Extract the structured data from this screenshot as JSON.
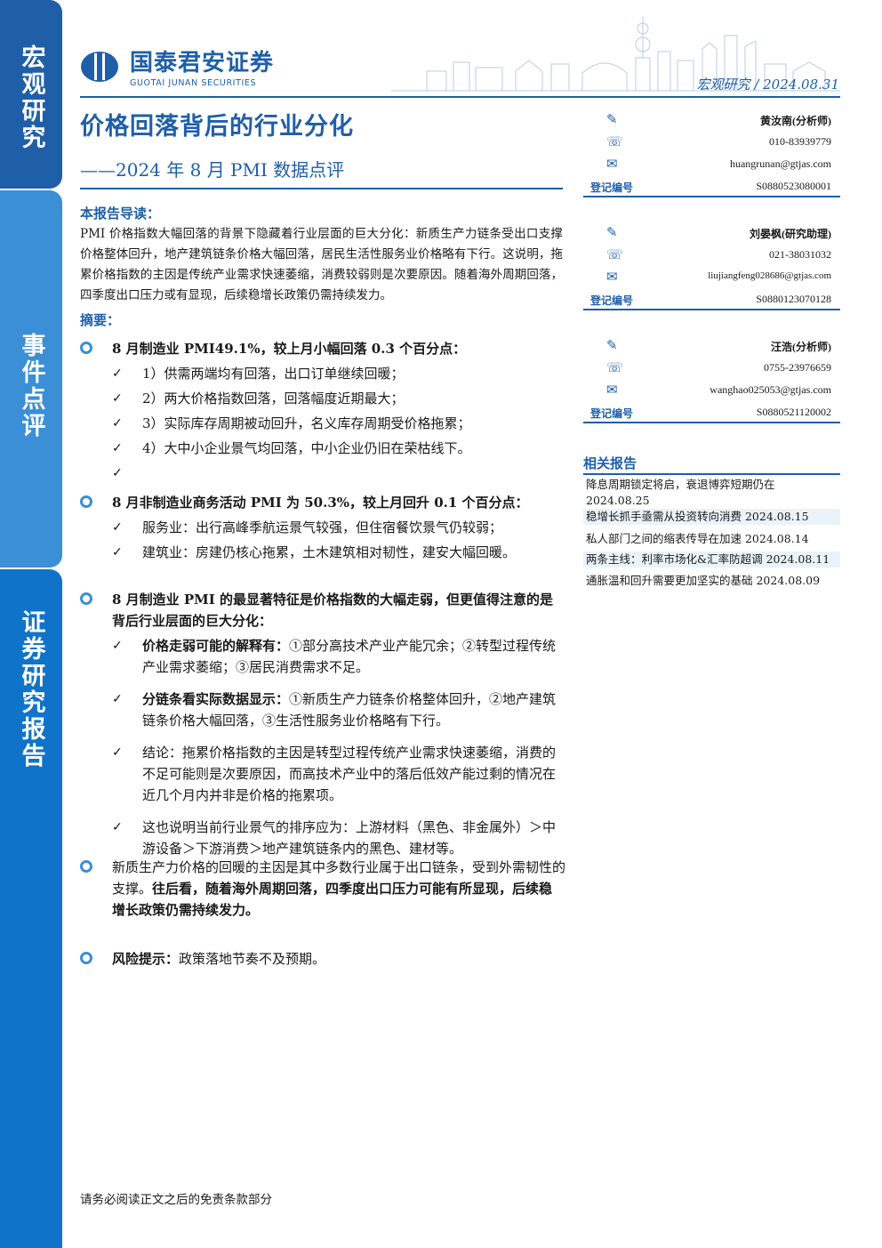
{
  "sidebar": {
    "seg1": "宏观研究",
    "seg2": "事件点评",
    "seg3": "证券研究报告"
  },
  "header": {
    "logo_cn": "国泰君安证券",
    "logo_en": "GUOTAI JUNAN SECURITIES",
    "category": "宏观研究",
    "date": "2024.08.31",
    "brand_color": "#1f5fa8"
  },
  "title": "价格回落背后的行业分化",
  "subtitle": "——2024 年 8 月 PMI 数据点评",
  "guide": {
    "heading": "本报告导读：",
    "text": "PMI 价格指数大幅回落的背景下隐藏着行业层面的巨大分化：新质生产力链条受出口支撑价格整体回升，地产建筑链条价格大幅回落，居民生活性服务业价格略有下行。这说明，拖累价格指数的主因是传统产业需求快速萎缩，消费较弱则是次要原因。随着海外周期回落，四季度出口压力或有显现，后续稳增长政策仍需持续发力。"
  },
  "summary": {
    "heading": "摘要：",
    "b1": {
      "title": "8 月制造业 PMI49.1%，较上月小幅回落 0.3 个百分点：",
      "items": [
        "1）供需两端均有回落，出口订单继续回暖；",
        "2）两大价格指数回落，回落幅度近期最大；",
        "3）实际库存周期被动回升，名义库存周期受价格拖累；",
        "4）大中小企业景气均回落，中小企业仍旧在荣枯线下。",
        ""
      ]
    },
    "b2": {
      "title": "8 月非制造业商务活动 PMI 为 50.3%，较上月回升 0.1 个百分点：",
      "items": [
        "服务业：出行高峰季航运景气较强，但住宿餐饮景气仍较弱；",
        "建筑业：房建仍核心拖累，土木建筑相对韧性，建安大幅回暖。"
      ]
    },
    "b3": {
      "title": "8 月制造业 PMI 的最显著特征是价格指数的大幅走弱，但更值得注意的是背后行业层面的巨大分化：",
      "items": [
        {
          "bold": "价格走弱可能的解释有：",
          "text": "①部分高技术产业产能冗余；②转型过程传统产业需求萎缩；③居民消费需求不足。"
        },
        {
          "bold": "分链条看实际数据显示：",
          "text": "①新质生产力链条价格整体回升，②地产建筑链条价格大幅回落，③生活性服务业价格略有下行。"
        },
        {
          "bold": "",
          "text": "结论：拖累价格指数的主因是转型过程传统产业需求快速萎缩，消费的不足可能则是次要原因，而高技术产业中的落后低效产能过剩的情况在近几个月内并非是价格的拖累项。"
        },
        {
          "bold": "",
          "text": "这也说明当前行业景气的排序应为：上游材料（黑色、非金属外）＞中游设备＞下游消费＞地产建筑链条内的黑色、建材等。"
        }
      ]
    },
    "b4": {
      "normal": "新质生产力价格的回暖的主因是其中多数行业属于出口链条，受到外需韧性的支撑。",
      "bold": "往后看，随着海外周期回落，四季度出口压力可能有所显现，后续稳增长政策仍需持续发力。"
    },
    "b5": {
      "bold": "风险提示：",
      "normal": "政策落地节奏不及预期。"
    }
  },
  "analysts": [
    {
      "name": "黄汝南(分析师)",
      "phone": "010-83939779",
      "email": "huangrunan@gtjas.com",
      "reg_label": "登记编号",
      "reg": "S0880523080001"
    },
    {
      "name": "刘晏枫(研究助理)",
      "phone": "021-38031032",
      "email": "liujiangfeng028686@gtjas.com",
      "reg_label": "登记编号",
      "reg": "S0880123070128"
    },
    {
      "name": "汪浩(分析师)",
      "phone": "0755-23976659",
      "email": "wanghao025053@gtjas.com",
      "reg_label": "登记编号",
      "reg": "S0880521120002"
    }
  ],
  "related": {
    "heading": "相关报告",
    "items": [
      "降息周期锁定将启，衰退博弈短期仍在 2024.08.25",
      "稳增长抓手亟需从投资转向消费 2024.08.15",
      "私人部门之间的缩表传导在加速 2024.08.14",
      "两条主线：利率市场化&汇率防超调 2024.08.11",
      "通胀温和回升需要更加坚实的基础 2024.08.09"
    ]
  },
  "footer": "请务必阅读正文之后的免责条款部分"
}
